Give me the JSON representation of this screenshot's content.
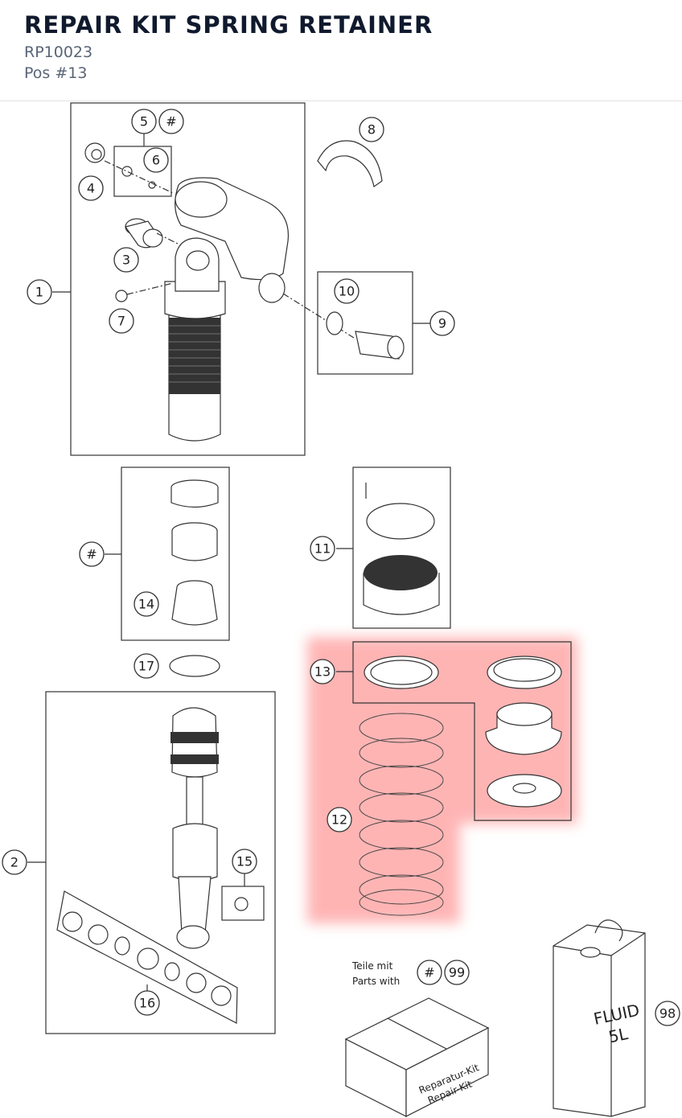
{
  "header": {
    "title": "REPAIR KIT SPRING RETAINER",
    "part_number": "RP10023",
    "position": "Pos #13"
  },
  "callouts": [
    "1",
    "2",
    "3",
    "4",
    "5",
    "#",
    "6",
    "7",
    "8",
    "9",
    "10",
    "11",
    "12",
    "13",
    "14",
    "15",
    "16",
    "17",
    "99",
    "98"
  ],
  "notes": {
    "parts_with_de": "Teile mit",
    "parts_with_en": "Parts with",
    "kit_label_1": "Reparatur-Kit",
    "kit_label_2": "Repair-Kit",
    "fluid_1": "FLUID",
    "fluid_2": "5L"
  },
  "highlight": {
    "position": "13",
    "color": "#ff9c9c"
  }
}
